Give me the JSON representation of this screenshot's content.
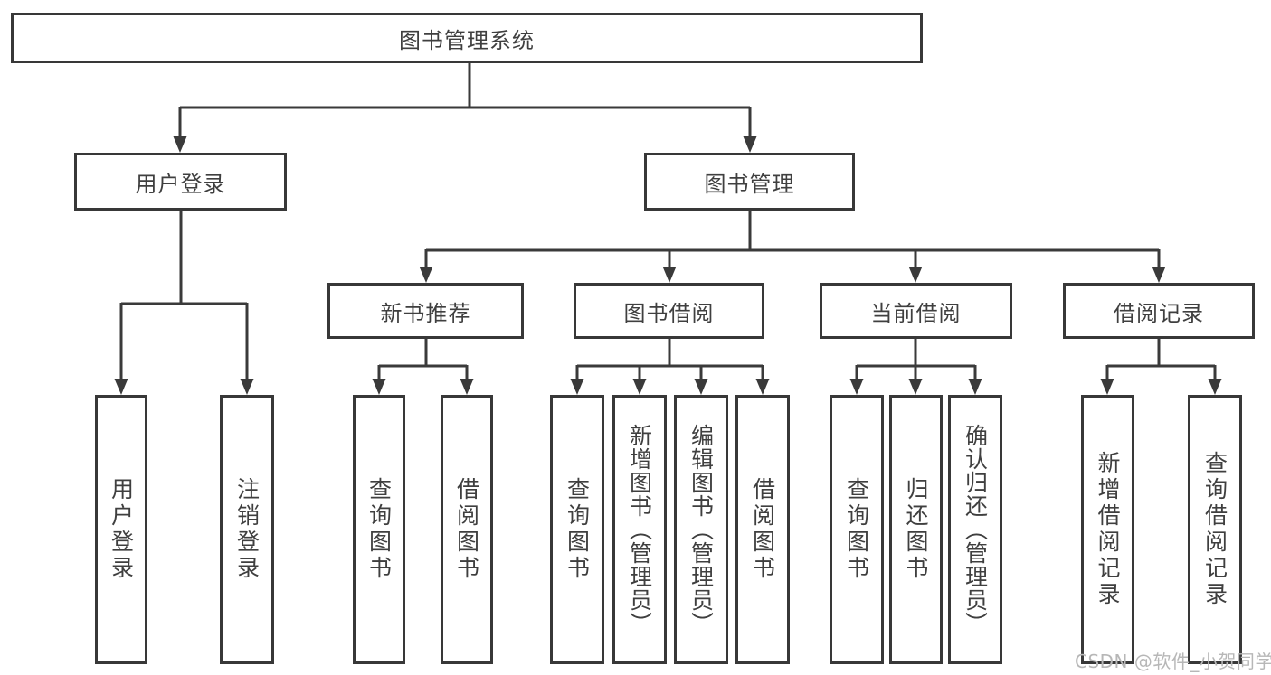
{
  "diagram": {
    "root": "图书管理系统",
    "level2": [
      "用户登录",
      "图书管理"
    ],
    "level3": [
      "新书推荐",
      "图书借阅",
      "当前借阅",
      "借阅记录"
    ],
    "leaves": {
      "user_login": [
        "用户登录",
        "注销登录"
      ],
      "new_book_recommend": [
        "查询图书",
        "借阅图书"
      ],
      "book_borrowing": [
        "查询图书",
        "新增图书（管理员）",
        "编辑图书（管理员）",
        "借阅图书"
      ],
      "current_borrowing": [
        "查询图书",
        "归还图书",
        "确认归还（管理员）"
      ],
      "borrowing_records": [
        "新增借阅记录",
        "查询借阅记录"
      ]
    },
    "watermark": "CSDN @软件_小贺同学"
  },
  "colors": {
    "line": "#3a3a3a",
    "border": "#383838",
    "text": "#3f3f3f",
    "watermark": "#b7b7b7",
    "background": "#ffffff"
  }
}
